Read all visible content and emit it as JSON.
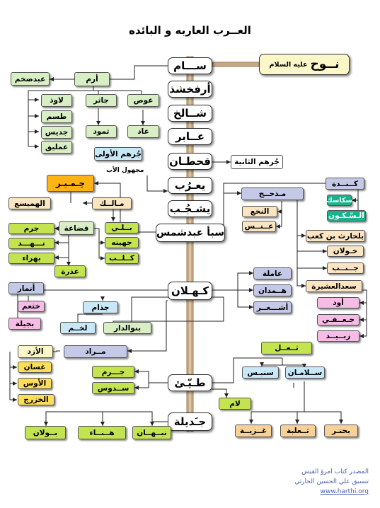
{
  "title": "العــرب العاربه و البائده",
  "trunk": [
    {
      "id": "sam",
      "label": "ســـام"
    },
    {
      "id": "arfakhshad",
      "label": "أرفخشذ"
    },
    {
      "id": "shalikh",
      "label": "شــالخ"
    },
    {
      "id": "abir",
      "label": "عــابر"
    },
    {
      "id": "qahtan",
      "label": "قحطـان"
    },
    {
      "id": "yarub",
      "label": "يعـرُب"
    },
    {
      "id": "yashjub",
      "label": "يشـجُـب"
    },
    {
      "id": "saba",
      "label": "سبأ عبدشمس"
    },
    {
      "id": "kahlan",
      "label": "كـهـلان"
    },
    {
      "id": "tayy",
      "label": "طـيّـئ"
    },
    {
      "id": "jadila",
      "label": "جـَديلة"
    }
  ],
  "noah": {
    "main": "نــوح",
    "sub": "عليه السلام"
  },
  "nodes": {
    "iram": "أرم",
    "abdadhkhm": "عبدضخم",
    "lawidh": "لاوذ",
    "jathir": "جاثر",
    "aws_iram": "عوص",
    "tasm": "طسم",
    "jadis": "جديس",
    "amliq": "عمليق",
    "thamud": "ثمود",
    "aad": "عاد",
    "jurhum1": "جُرهم الأولى",
    "jurhum1_note": "مجهول الأب",
    "jurhum2": "جُرهم الثانية",
    "himyar": "حِـمـيـر",
    "hamaysa": "الهميسع",
    "malik": "مـالــك",
    "qudaa": "قضاعة",
    "jarm_q": "جرم",
    "juhayna": "جهينه",
    "nahd": "نـــهـــد",
    "bahra": "بهراء",
    "bali": "بــلـي",
    "kalb": "كــلــب",
    "udhra": "عذرة",
    "kinda": "كــنــدة",
    "sakasik": "سكاسك",
    "sakun": "الـسّـكـون",
    "madhhij": "مـذحــج",
    "nakha": "النخع",
    "ans": "عــنــس",
    "balharith": "بلحارث بن كعب",
    "khawlan": "خـولان",
    "janb": "جــنــب",
    "saad": "سعدالعشيرة",
    "awd": "أود",
    "jufi": "جـعــفـي",
    "zubayd": "زبــيــد",
    "amila": "عاملة",
    "hamdan": "هــمدان",
    "ashar": "أشـــعــر",
    "anmar": "أنمار",
    "khatham": "خثعم",
    "bajila": "بجيلة",
    "judham": "جذام",
    "lakhm": "لخــم",
    "banu_aldar": "بنوالدار",
    "azd": "الأزد",
    "ghassan": "غسان",
    "aws": "الأوس",
    "khazraj": "الخزرج",
    "murad": "مــراد",
    "thual": "ثــعــل",
    "sanbas": "سنبـس",
    "salaman": "ســلامـان",
    "jarm_t": "جـــرم",
    "sadus": "ســدوس",
    "lam": "لام",
    "bawlan": "بــولان",
    "hina": "هــنــاء",
    "nabhan": "نبــهــان",
    "ghaziya": "غــزيــة",
    "thuala": "ثــعلبة",
    "buhtur": "بحتـر"
  },
  "colors": {
    "pale_green": "#d8eec4",
    "lime": "#c3e44f",
    "peach": "#fbe4c1",
    "yellow": "#fcde5a",
    "orange": "#ffb314",
    "lavender": "#c4c9e8",
    "pink": "#f5bce6",
    "light_blue": "#c9e8f7",
    "teal": "#15b48c",
    "sand": "#f7d197",
    "trunk": "#c8a985"
  },
  "footer": {
    "line1": "المصدر كتاب امرؤ القيس",
    "line2": "تنسيق علي الحسين الحارثي",
    "line3": "www.harthi.org"
  }
}
